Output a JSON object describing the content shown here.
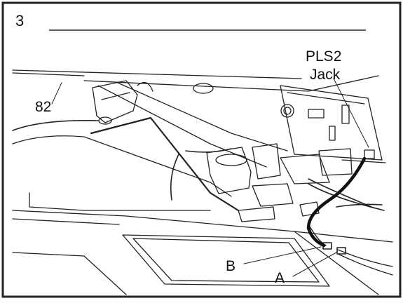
{
  "step": "3",
  "labels": {
    "part_82": "82",
    "pls2_line1": "PLS2",
    "pls2_line2": "Jack",
    "b": "B",
    "a": "A"
  },
  "colors": {
    "ink": "#111111",
    "paper": "#ffffff",
    "frame": "#2a2a2a"
  }
}
